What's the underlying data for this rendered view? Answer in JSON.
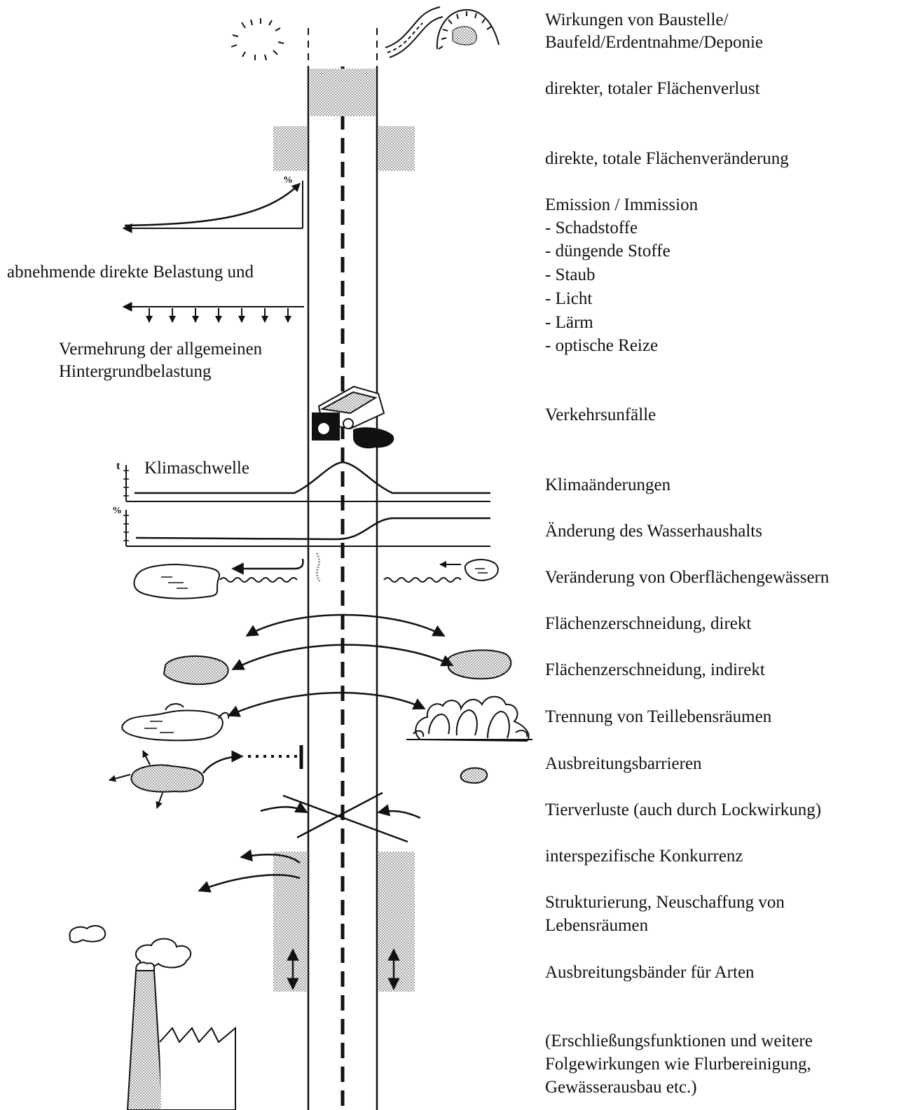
{
  "labels": {
    "top_title_1": "Wirkungen von Baustelle/",
    "top_title_2": "Baufeld/Erdentnahme/Deponie",
    "direct_loss": "direkter, totaler Flächenverlust",
    "direct_change": "direkte, totale Flächenveränderung",
    "emission_head": "Emission / Immission",
    "emission_items": [
      "- Schadstoffe",
      "- düngende Stoffe",
      "- Staub",
      "- Licht",
      "- Lärm",
      "- optische Reize"
    ],
    "traffic_accidents": "Verkehrsunfälle",
    "climate_changes": "Klimaänderungen",
    "water_balance": "Änderung des Wasserhaushalts",
    "surface_water": "Veränderung von Oberflächengewässern",
    "fragmentation_direct": "Flächenzerschneidung, direkt",
    "fragmentation_indirect": "Flächenzerschneidung, indirekt",
    "habitat_separation": "Trennung von Teillebensräumen",
    "dispersal_barriers": "Ausbreitungsbarrieren",
    "animal_losses": "Tierverluste (auch durch Lockwirkung)",
    "competition": "interspezifische Konkurrenz",
    "structuring_1": "Strukturierung, Neuschaffung von",
    "structuring_2": "Lebensräumen",
    "dispersal_bands": "Ausbreitungsbänder für Arten",
    "access_1": "(Erschließungsfunktionen und weitere",
    "access_2": "Folgewirkungen wie Flurbereinigung,",
    "access_3": "Gewässerausbau etc.)"
  },
  "left_labels": {
    "decreasing_load": "abnehmende direkte Belastung und",
    "background_1": "Vermehrung der allgemeinen",
    "background_2": "Hintergrundbelastung",
    "climate_threshold": "Klimaschwelle"
  },
  "axis_symbols": {
    "percent": "%",
    "temperature": "t"
  },
  "colors": {
    "ink": "#111111",
    "background": "#ffffff",
    "stipple": "#8a8a8a"
  },
  "icons": [
    "sun-icon",
    "road-mound-icon",
    "vehicle-accident-icon",
    "lake-icon",
    "small-pond-icon",
    "stippled-patch-icon",
    "wetland-icon",
    "tree-cluster-icon",
    "barrier-icon",
    "factory-icon"
  ]
}
